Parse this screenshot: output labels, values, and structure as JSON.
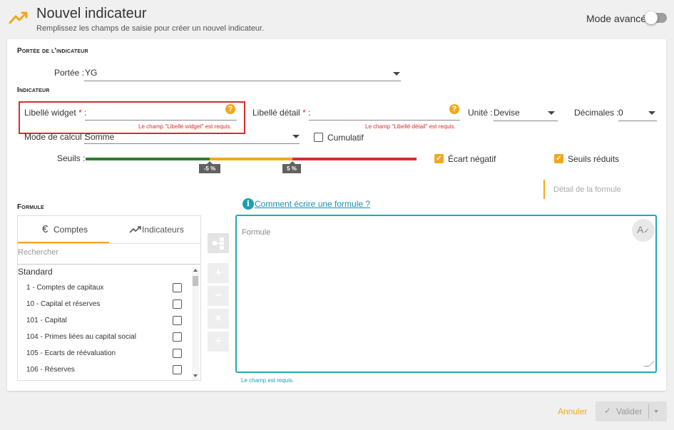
{
  "header": {
    "title": "Nouvel indicateur",
    "subtitle": "Remplissez les champs de saisie pour créer un nouvel indicateur.",
    "advanced_mode_label": "Mode avancé",
    "advanced_mode_on": false,
    "accent_color": "#f2a81d"
  },
  "scope": {
    "section_title": "Portée de l'indicateur",
    "portee_label": "Portée :",
    "portee_value": "YG"
  },
  "indicator": {
    "section_title": "Indicateur",
    "widget_label": "Libellé widget",
    "widget_value": "",
    "widget_error": "Le champ \"Libellé widget\" est requis.",
    "detail_label": "Libellé détail",
    "detail_value": "",
    "detail_error": "Le champ \"Libellé détail\" est requis.",
    "required_mark": "*",
    "colon": ":",
    "help_glyph": "?",
    "unit_label": "Unité :",
    "unit_value": "Devise",
    "decimals_label": "Décimales :",
    "decimals_value": "0",
    "calc_label": "Mode de calcul :",
    "calc_value": "Somme",
    "cumulative_label": "Cumulatif",
    "cumulative_checked": false,
    "thresholds_label": "Seuils :",
    "threshold_low": "-5 %",
    "threshold_high": "5 %",
    "negative_gap_label": "Écart négatif",
    "negative_gap_checked": true,
    "reduced_thresholds_label": "Seuils réduits",
    "reduced_thresholds_checked": true,
    "slider_colors": [
      "#2e7d32",
      "#f2a81d",
      "#d32f2f"
    ]
  },
  "formula": {
    "section_title": "Formule",
    "detail_label": "Détail de la formule",
    "help_link": "Comment écrire une formule ?",
    "placeholder": "Formule",
    "error": "Le champ est requis.",
    "tabs": [
      {
        "label": "Comptes",
        "icon": "euro-icon",
        "active": true
      },
      {
        "label": "Indicateurs",
        "icon": "trending-up-icon",
        "active": false
      }
    ],
    "search_placeholder": "Rechercher",
    "group_label": "Standard",
    "accounts": [
      {
        "label": "1 - Comptes de capitaux"
      },
      {
        "label": "10 - Capital et réserves"
      },
      {
        "label": "101 - Capital"
      },
      {
        "label": "104 - Primes liées au capital social"
      },
      {
        "label": "105 - Ecarts de réévaluation"
      },
      {
        "label": "106 - Réserves"
      }
    ],
    "operators": [
      "+",
      "−",
      "×",
      "÷"
    ]
  },
  "footer": {
    "cancel_label": "Annuler",
    "validate_label": "Valider"
  }
}
